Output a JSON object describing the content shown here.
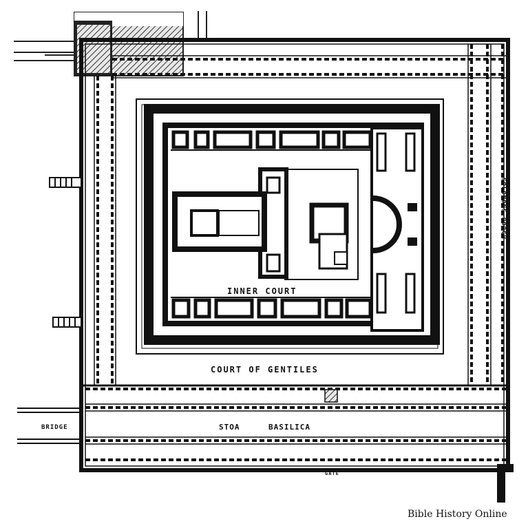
{
  "labels": {
    "inner_court": "INNER COURT",
    "court_of_gentiles": "COURT OF GENTILES",
    "solomons_porch": "SOLOMONS PORCH",
    "stoa_basilica_1": "STOA",
    "stoa_basilica_2": "BASILICA",
    "bridge": "BRIDGE",
    "gate": "GATE"
  },
  "credit": "Bible History Online"
}
